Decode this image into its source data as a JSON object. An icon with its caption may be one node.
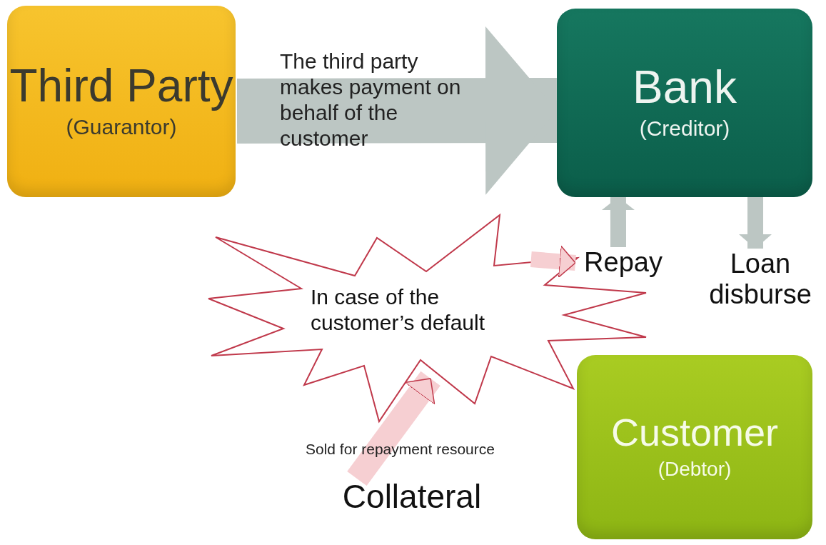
{
  "diagram": {
    "nodes": [
      {
        "text": [
          "Third Party",
          "(Guarantor)"
        ]
      },
      {
        "text": [
          "Bank",
          "(Creditor)"
        ]
      },
      {
        "text": [
          "In case of the customer’s default"
        ]
      },
      {
        "text": [
          "Repay"
        ]
      },
      {
        "text": [
          "Loan disburse"
        ]
      },
      {
        "text": [
          "Customer",
          "(Debtor)"
        ]
      },
      {
        "text": [
          "Collateral"
        ]
      }
    ],
    "edges": [
      {
        "from": 0,
        "to": 1,
        "arrow": "to",
        "style": "thick",
        "label": "The third party makes payment on behalf of the customer"
      },
      {
        "from": 3,
        "to": 1,
        "arrow": "to"
      },
      {
        "from": 1,
        "to": 4,
        "arrow": "to"
      },
      {
        "from": 2,
        "to": 3,
        "arrow": "to",
        "color": "#f6cfd2"
      },
      {
        "from": 6,
        "to": 2,
        "arrow": "to",
        "color": "#f6cfd2",
        "label": "Sold for repayment resource"
      }
    ]
  }
}
